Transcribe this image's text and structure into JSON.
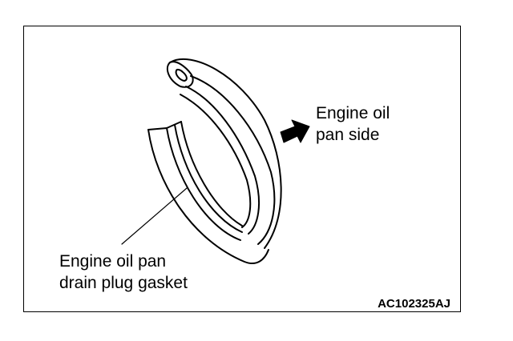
{
  "diagram": {
    "side_label": {
      "line1": "Engine oil",
      "line2": "pan side"
    },
    "gasket_label": {
      "line1": "Engine oil pan",
      "line2": "drain plug gasket"
    },
    "figure_code": "AC102325AJ",
    "direction_arrow_icon": "right-arrow-icon",
    "colors": {
      "line": "#000000",
      "background": "#ffffff"
    }
  }
}
